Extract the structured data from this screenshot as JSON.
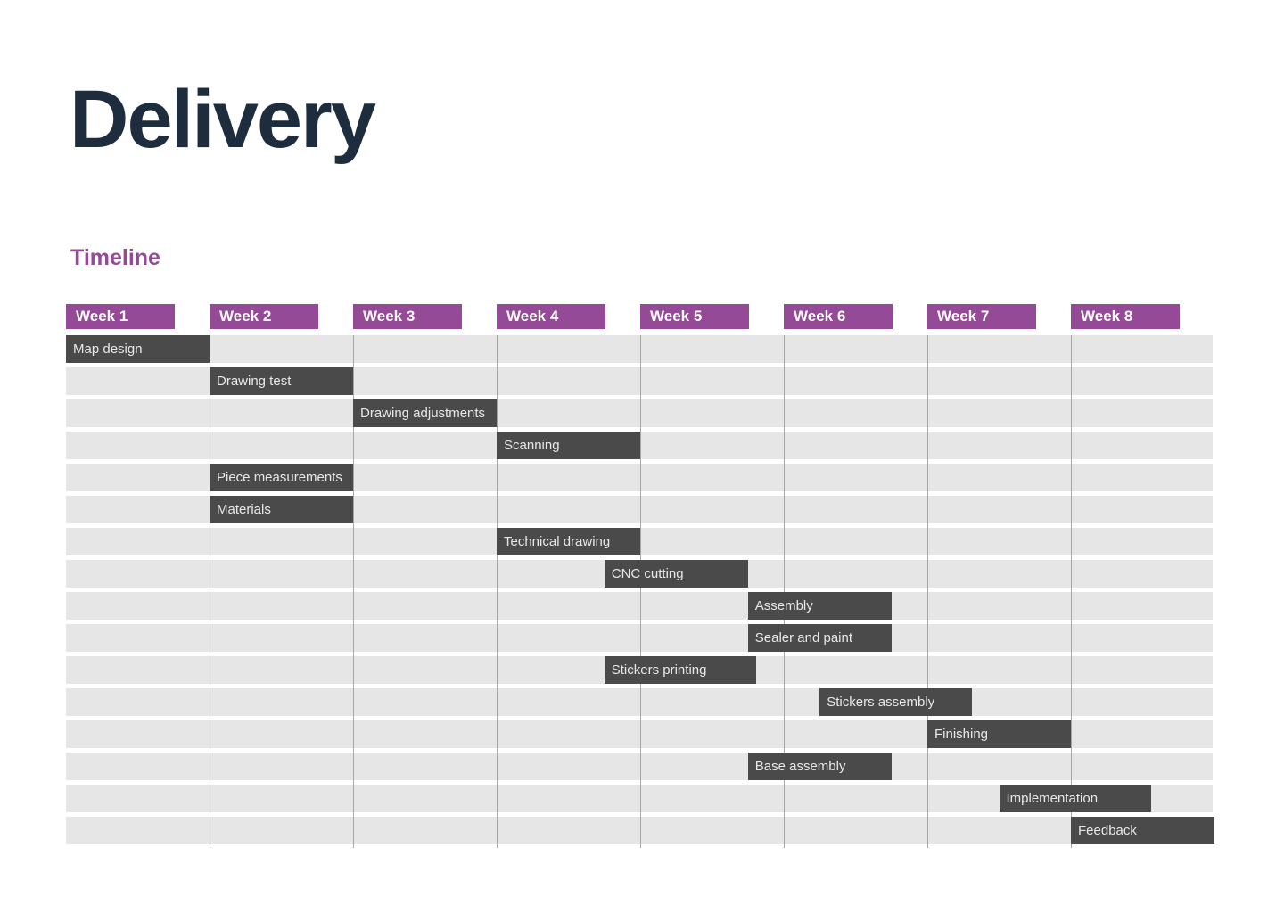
{
  "page": {
    "title": "Delivery",
    "section_title": "Timeline"
  },
  "colors": {
    "title": "#1e2d3d",
    "accent_purple": "#944a96",
    "bar": "#4a4a4a",
    "row_background": "#e6e6e6",
    "page_background": "#ffffff",
    "bar_text": "#e8e8e8",
    "gridline": "#9a9a9a"
  },
  "chart_data": {
    "type": "bar",
    "title": "Timeline",
    "xlabel": "",
    "ylabel": "",
    "grid": true,
    "legend": "none",
    "columns": [
      "Week 1",
      "Week 2",
      "Week 3",
      "Week 4",
      "Week 5",
      "Week 6",
      "Week 7",
      "Week 8"
    ],
    "x_axis_unit": "week",
    "xlim": [
      1,
      9
    ],
    "row_count": 16,
    "categories": [
      "Map design",
      "Drawing test",
      "Drawing adjustments",
      "Scanning",
      "Piece measurements",
      "Materials",
      "Technical drawing",
      "CNC cutting",
      "Assembly",
      "Sealer and paint",
      "Stickers printing",
      "Stickers assembly",
      "Finishing",
      "Base assembly",
      "Implementation",
      "Feedback"
    ],
    "tasks": [
      {
        "row": 0,
        "label": "Map design",
        "start_week": 1.0,
        "duration_weeks": 1.0
      },
      {
        "row": 1,
        "label": "Drawing test",
        "start_week": 2.0,
        "duration_weeks": 1.0
      },
      {
        "row": 2,
        "label": "Drawing adjustments",
        "start_week": 3.0,
        "duration_weeks": 1.0
      },
      {
        "row": 3,
        "label": "Scanning",
        "start_week": 4.0,
        "duration_weeks": 1.0
      },
      {
        "row": 4,
        "label": "Piece measurements",
        "start_week": 2.0,
        "duration_weeks": 1.0
      },
      {
        "row": 5,
        "label": "Materials",
        "start_week": 2.0,
        "duration_weeks": 1.0
      },
      {
        "row": 6,
        "label": "Technical drawing",
        "start_week": 4.0,
        "duration_weeks": 1.0
      },
      {
        "row": 7,
        "label": "CNC cutting",
        "start_week": 4.75,
        "duration_weeks": 1.0
      },
      {
        "row": 8,
        "label": "Assembly",
        "start_week": 5.75,
        "duration_weeks": 1.0
      },
      {
        "row": 9,
        "label": "Sealer and paint",
        "start_week": 5.75,
        "duration_weeks": 1.0
      },
      {
        "row": 10,
        "label": "Stickers printing",
        "start_week": 4.75,
        "duration_weeks": 1.06
      },
      {
        "row": 11,
        "label": "Stickers assembly",
        "start_week": 6.25,
        "duration_weeks": 1.06
      },
      {
        "row": 12,
        "label": "Finishing",
        "start_week": 7.0,
        "duration_weeks": 1.0
      },
      {
        "row": 13,
        "label": "Base assembly",
        "start_week": 5.75,
        "duration_weeks": 1.0
      },
      {
        "row": 14,
        "label": "Implementation",
        "start_week": 7.5,
        "duration_weeks": 1.06
      },
      {
        "row": 15,
        "label": "Feedback",
        "start_week": 8.0,
        "duration_weeks": 1.0
      }
    ]
  }
}
